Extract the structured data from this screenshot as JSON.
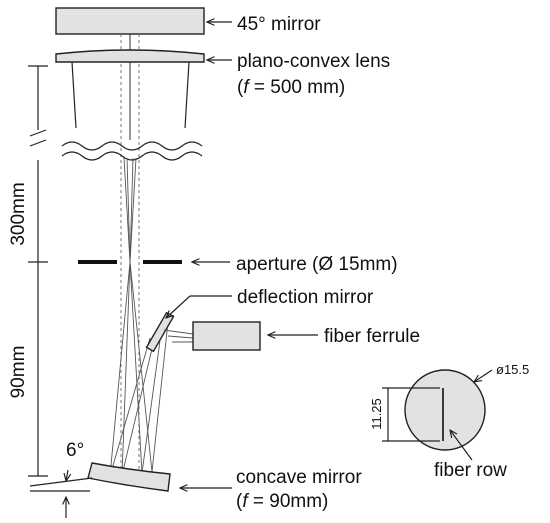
{
  "labels": {
    "mirror45": "45° mirror",
    "lens_line1": "plano-convex lens",
    "lens_f_sym": "f",
    "lens_f_val": " = 500 mm)",
    "aperture": "aperture (Ø 15mm)",
    "deflection": "deflection mirror",
    "ferrule": "fiber ferrule",
    "concave_line1": "concave mirror",
    "concave_f_sym": "f",
    "concave_f_val": " = 90mm)",
    "fiber_row": "fiber row",
    "angle": "6°",
    "dim_300": "300mm",
    "dim_90": "90mm",
    "dim_diam": "ø15.5",
    "dim_height": "11.25"
  },
  "colors": {
    "line": "#222222",
    "fill": "#e2e2e2",
    "ray": "#555555"
  }
}
